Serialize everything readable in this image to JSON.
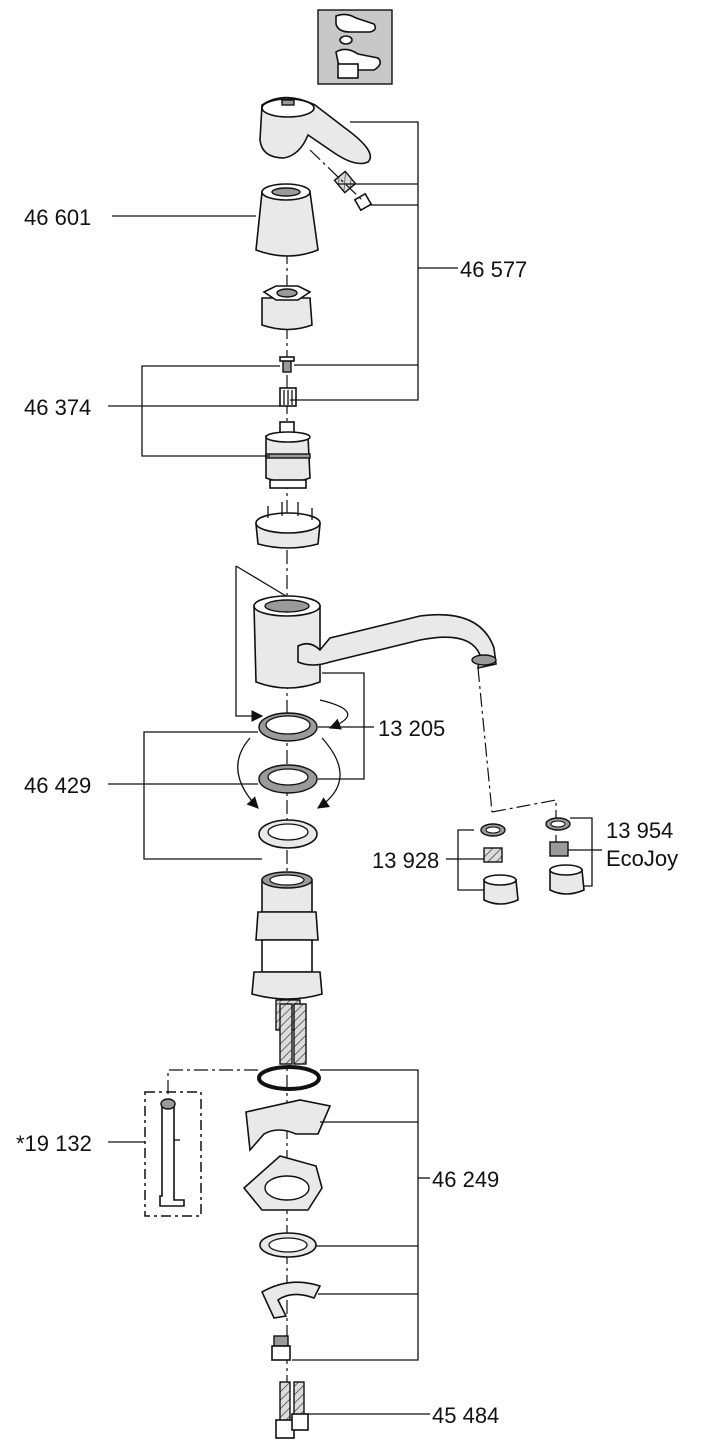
{
  "diagram": {
    "labels": {
      "handle_set": "46 577",
      "cap": "46 601",
      "cartridge_set": "46 374",
      "seal_set": "13 205",
      "ring_set": "46 429",
      "aerator": "13 928",
      "aerator_ecojoy_code": "13 954",
      "aerator_ecojoy_name": "EcoJoy",
      "tool": "*19 132",
      "mounting_set": "46 249",
      "hose": "45 484"
    }
  }
}
